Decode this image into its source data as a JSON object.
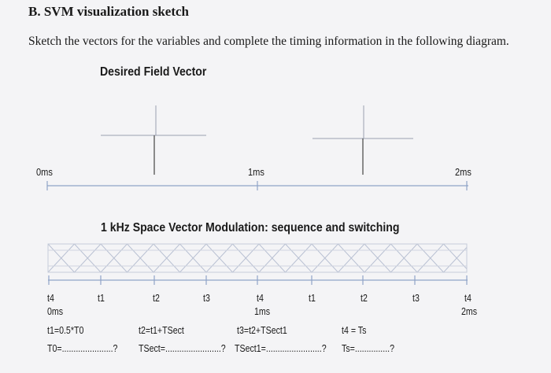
{
  "header": {
    "section_title": "B. SVM visualization sketch",
    "instruction": "Sketch the vectors for the variables and complete the timing information in the following diagram."
  },
  "field_vector": {
    "title": "Desired Field Vector",
    "axis_labels": {
      "start": "0ms",
      "mid": "1ms",
      "end": "2ms"
    }
  },
  "svm": {
    "title": "1 kHz Space Vector Modulation: sequence and switching",
    "ticks": [
      "t4",
      "t1",
      "t2",
      "t3",
      "t4",
      "t1",
      "t2",
      "t3",
      "t4"
    ],
    "time_0": "0ms",
    "time_1": "1ms",
    "time_2": "2ms",
    "formulas": {
      "t1": "t1=0.5*T0",
      "t2": "t2=t1+TSect",
      "t3": "t3=t2+TSect1",
      "t4": "t4 = Ts"
    },
    "blanks": {
      "T0": "T0=......................? ",
      "TSect": "TSect=........................? ",
      "TSect1": "TSect1=........................? ",
      "Ts": "Ts=...............?"
    }
  }
}
